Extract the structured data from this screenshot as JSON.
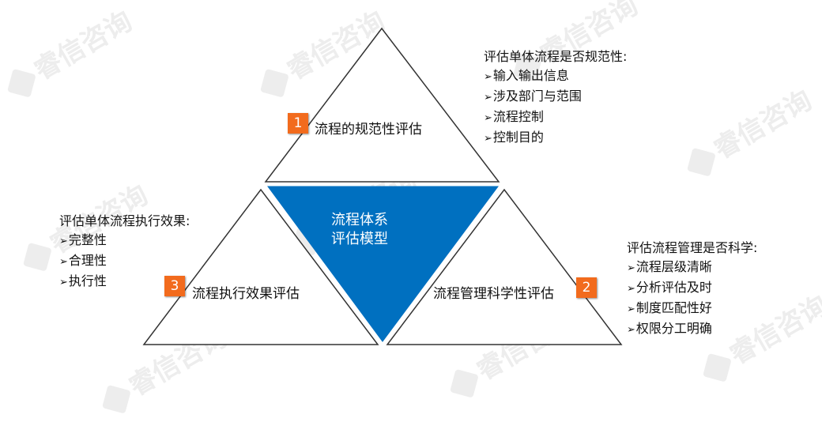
{
  "watermark": {
    "text": "睿信咨询"
  },
  "center": {
    "line1": "流程体系",
    "line2": "评估模型",
    "fill": "#0070c0"
  },
  "triangles": [
    {
      "badge": "1",
      "label": "流程的规范性评估"
    },
    {
      "badge": "2",
      "label": "流程管理科学性评估"
    },
    {
      "badge": "3",
      "label": "流程执行效果评估"
    }
  ],
  "info_top": {
    "heading": "评估单体流程是否规范性:",
    "items": [
      "输入输出信息",
      "涉及部门与范围",
      "流程控制",
      "控制目的"
    ]
  },
  "info_left": {
    "heading": "评估单体流程执行效果:",
    "items": [
      "完整性",
      "合理性",
      "执行性"
    ]
  },
  "info_right": {
    "heading": "评估流程管理是否科学:",
    "items": [
      "流程层级清晰",
      "分析评估及时",
      "制度匹配性好",
      "权限分工明确"
    ]
  },
  "colors": {
    "badge": "#f26b1d",
    "center": "#0070c0",
    "outline": "#333333"
  }
}
